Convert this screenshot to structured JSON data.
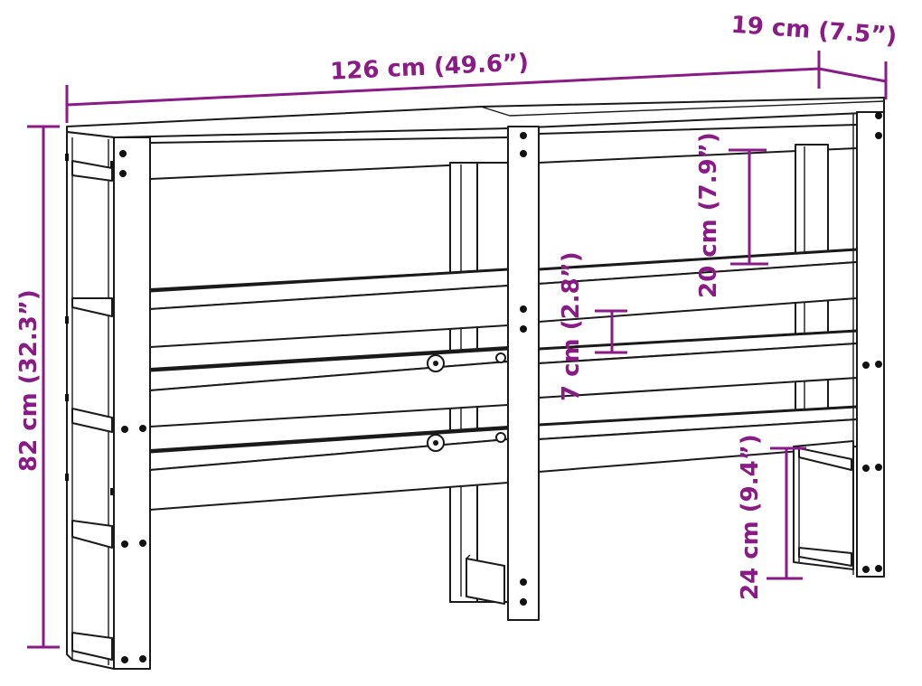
{
  "diagram": {
    "subject": "Bed headboard with storage shelves",
    "colors": {
      "dimension": "#8A1A85",
      "line": "#1a1a1a",
      "background": "#ffffff"
    },
    "dimensions": {
      "width": {
        "label": "126 cm (49.6”)",
        "value_cm": 126,
        "value_in": 49.6
      },
      "depth": {
        "label": "19 cm (7.5”)",
        "value_cm": 19,
        "value_in": 7.5
      },
      "height": {
        "label": "82 cm (32.3”)",
        "value_cm": 82,
        "value_in": 32.3
      },
      "shelf_spacing": {
        "label": "20 cm (7.9”)",
        "value_cm": 20,
        "value_in": 7.9
      },
      "shelf_gap": {
        "label": "7 cm (2.8”)",
        "value_cm": 7,
        "value_in": 2.8
      },
      "leg_height": {
        "label": "24 cm (9.4”)",
        "value_cm": 24,
        "value_in": 9.4
      }
    }
  }
}
